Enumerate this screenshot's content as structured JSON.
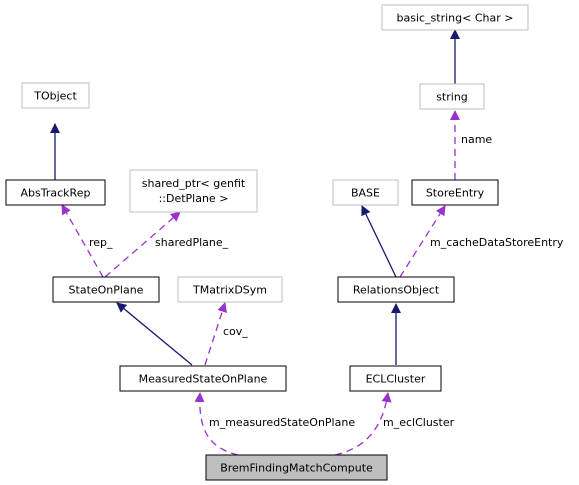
{
  "nodes": {
    "tobject": "TObject",
    "abstrackrep": "AbsTrackRep",
    "shared_ptr_line1": "shared_ptr< genfit",
    "shared_ptr_line2": "::DetPlane >",
    "basic_string": "basic_string< Char >",
    "string": "string",
    "base": "BASE",
    "storeentry": "StoreEntry",
    "stateonplane": "StateOnPlane",
    "tmatrixdsym": "TMatrixDSym",
    "relationsobject": "RelationsObject",
    "measuredstateonplane": "MeasuredStateOnPlane",
    "eclcluster": "ECLCluster",
    "bremfinding": "BremFindingMatchCompute"
  },
  "edges": {
    "rep": "rep_",
    "sharedplane": "sharedPlane_",
    "name": "name",
    "cachedatastoreentry": "m_cacheDataStoreEntry",
    "cov": "cov_",
    "measuredstate": "m_measuredStateOnPlane",
    "eclcluster": "m_eclCluster"
  },
  "colors": {
    "inheritance": "#191970",
    "usage": "#9a32cd",
    "focus_fill": "#bfbfbf"
  }
}
